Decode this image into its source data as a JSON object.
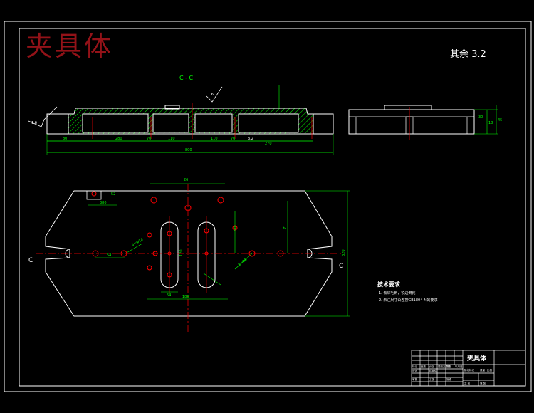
{
  "watermark": "夹具体",
  "roughness_note": "其余 3.2",
  "section_label": "C - C",
  "section_markers": [
    "C",
    "C"
  ],
  "roughness_values": [
    "1.6",
    "1.6",
    "3.2"
  ],
  "dims_top": [
    "80",
    "280",
    "70",
    "110",
    "110",
    "70",
    "270",
    "800"
  ],
  "dims_side": [
    "30",
    "18",
    "45"
  ],
  "dims_plan": [
    "26",
    "90",
    "71",
    "54",
    "54",
    "186",
    "120",
    "320",
    "380",
    "4×Φ14",
    "2×Φ8",
    "52"
  ],
  "tech_title": "技术要求",
  "tech_items": [
    "1. 去除毛刺，锐边倒钝",
    "2. 未注尺寸公差按GB1804-M的要求"
  ],
  "title_block": {
    "part_name": "夹具体",
    "cells": [
      "标记",
      "处数",
      "分区",
      "更改文件号",
      "签名",
      "年月日",
      "设计",
      "标准化",
      "阶段标记",
      "重量",
      "比例",
      "审核",
      "工艺",
      "批准",
      "共 张",
      "第 张"
    ]
  },
  "colors": {
    "line": "#ffffff",
    "dim": "#00ff00",
    "center": "#ff0000",
    "hatch": "#00ff00",
    "text": "#ffffff",
    "section_fill": "#ffff00"
  }
}
